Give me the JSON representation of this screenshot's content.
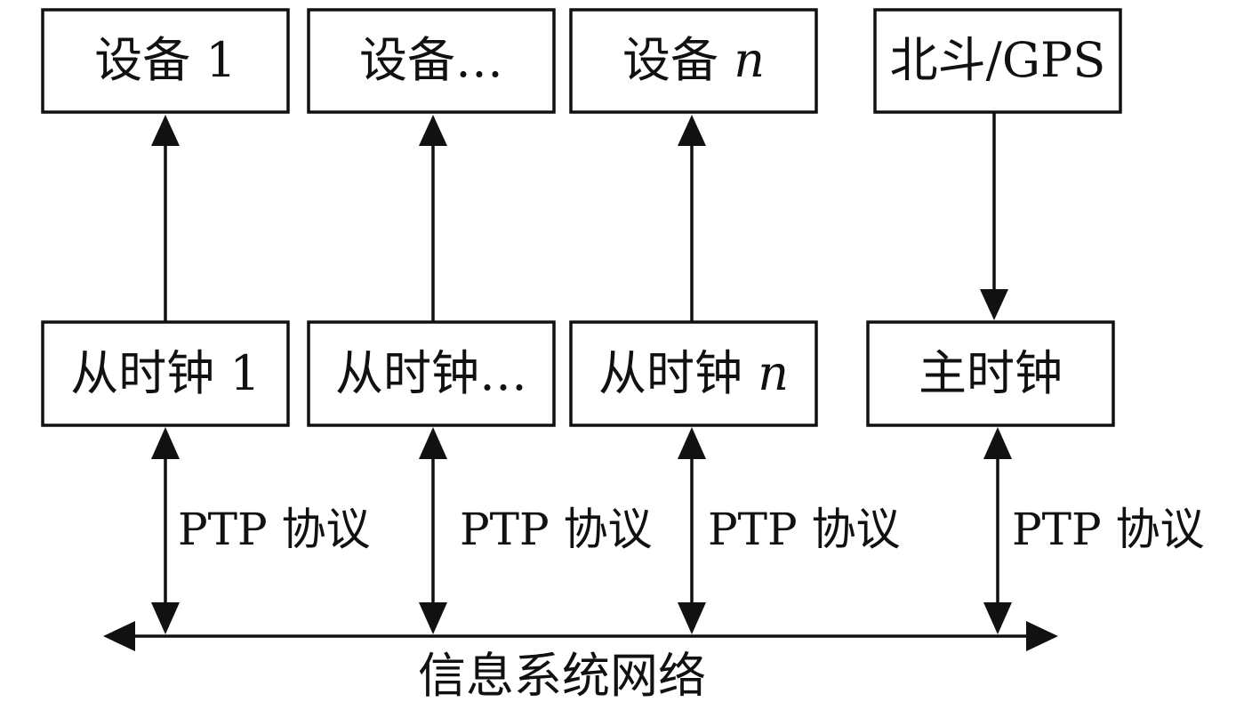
{
  "devices": [
    {
      "id": "device-1",
      "text": "设备 ",
      "suffix": "1",
      "suffix_italic": false
    },
    {
      "id": "device-mid",
      "text": "设备…",
      "suffix": "",
      "suffix_italic": false
    },
    {
      "id": "device-n",
      "text": "设备 ",
      "suffix": "n",
      "suffix_italic": true
    },
    {
      "id": "beidou-gps",
      "text": "北斗/GPS",
      "suffix": "",
      "suffix_italic": false
    }
  ],
  "clocks": [
    {
      "id": "slave-clock-1",
      "text": "从时钟 ",
      "suffix": "1",
      "suffix_italic": false
    },
    {
      "id": "slave-clock-mid",
      "text": "从时钟…",
      "suffix": "",
      "suffix_italic": false
    },
    {
      "id": "slave-clock-n",
      "text": "从时钟 ",
      "suffix": "n",
      "suffix_italic": true
    },
    {
      "id": "master-clock",
      "text": "主时钟",
      "suffix": "",
      "suffix_italic": false
    }
  ],
  "protocol_labels": [
    "PTP 协议",
    "PTP 协议",
    "PTP 协议",
    "PTP 协议"
  ],
  "network_label": "信息系统网络"
}
